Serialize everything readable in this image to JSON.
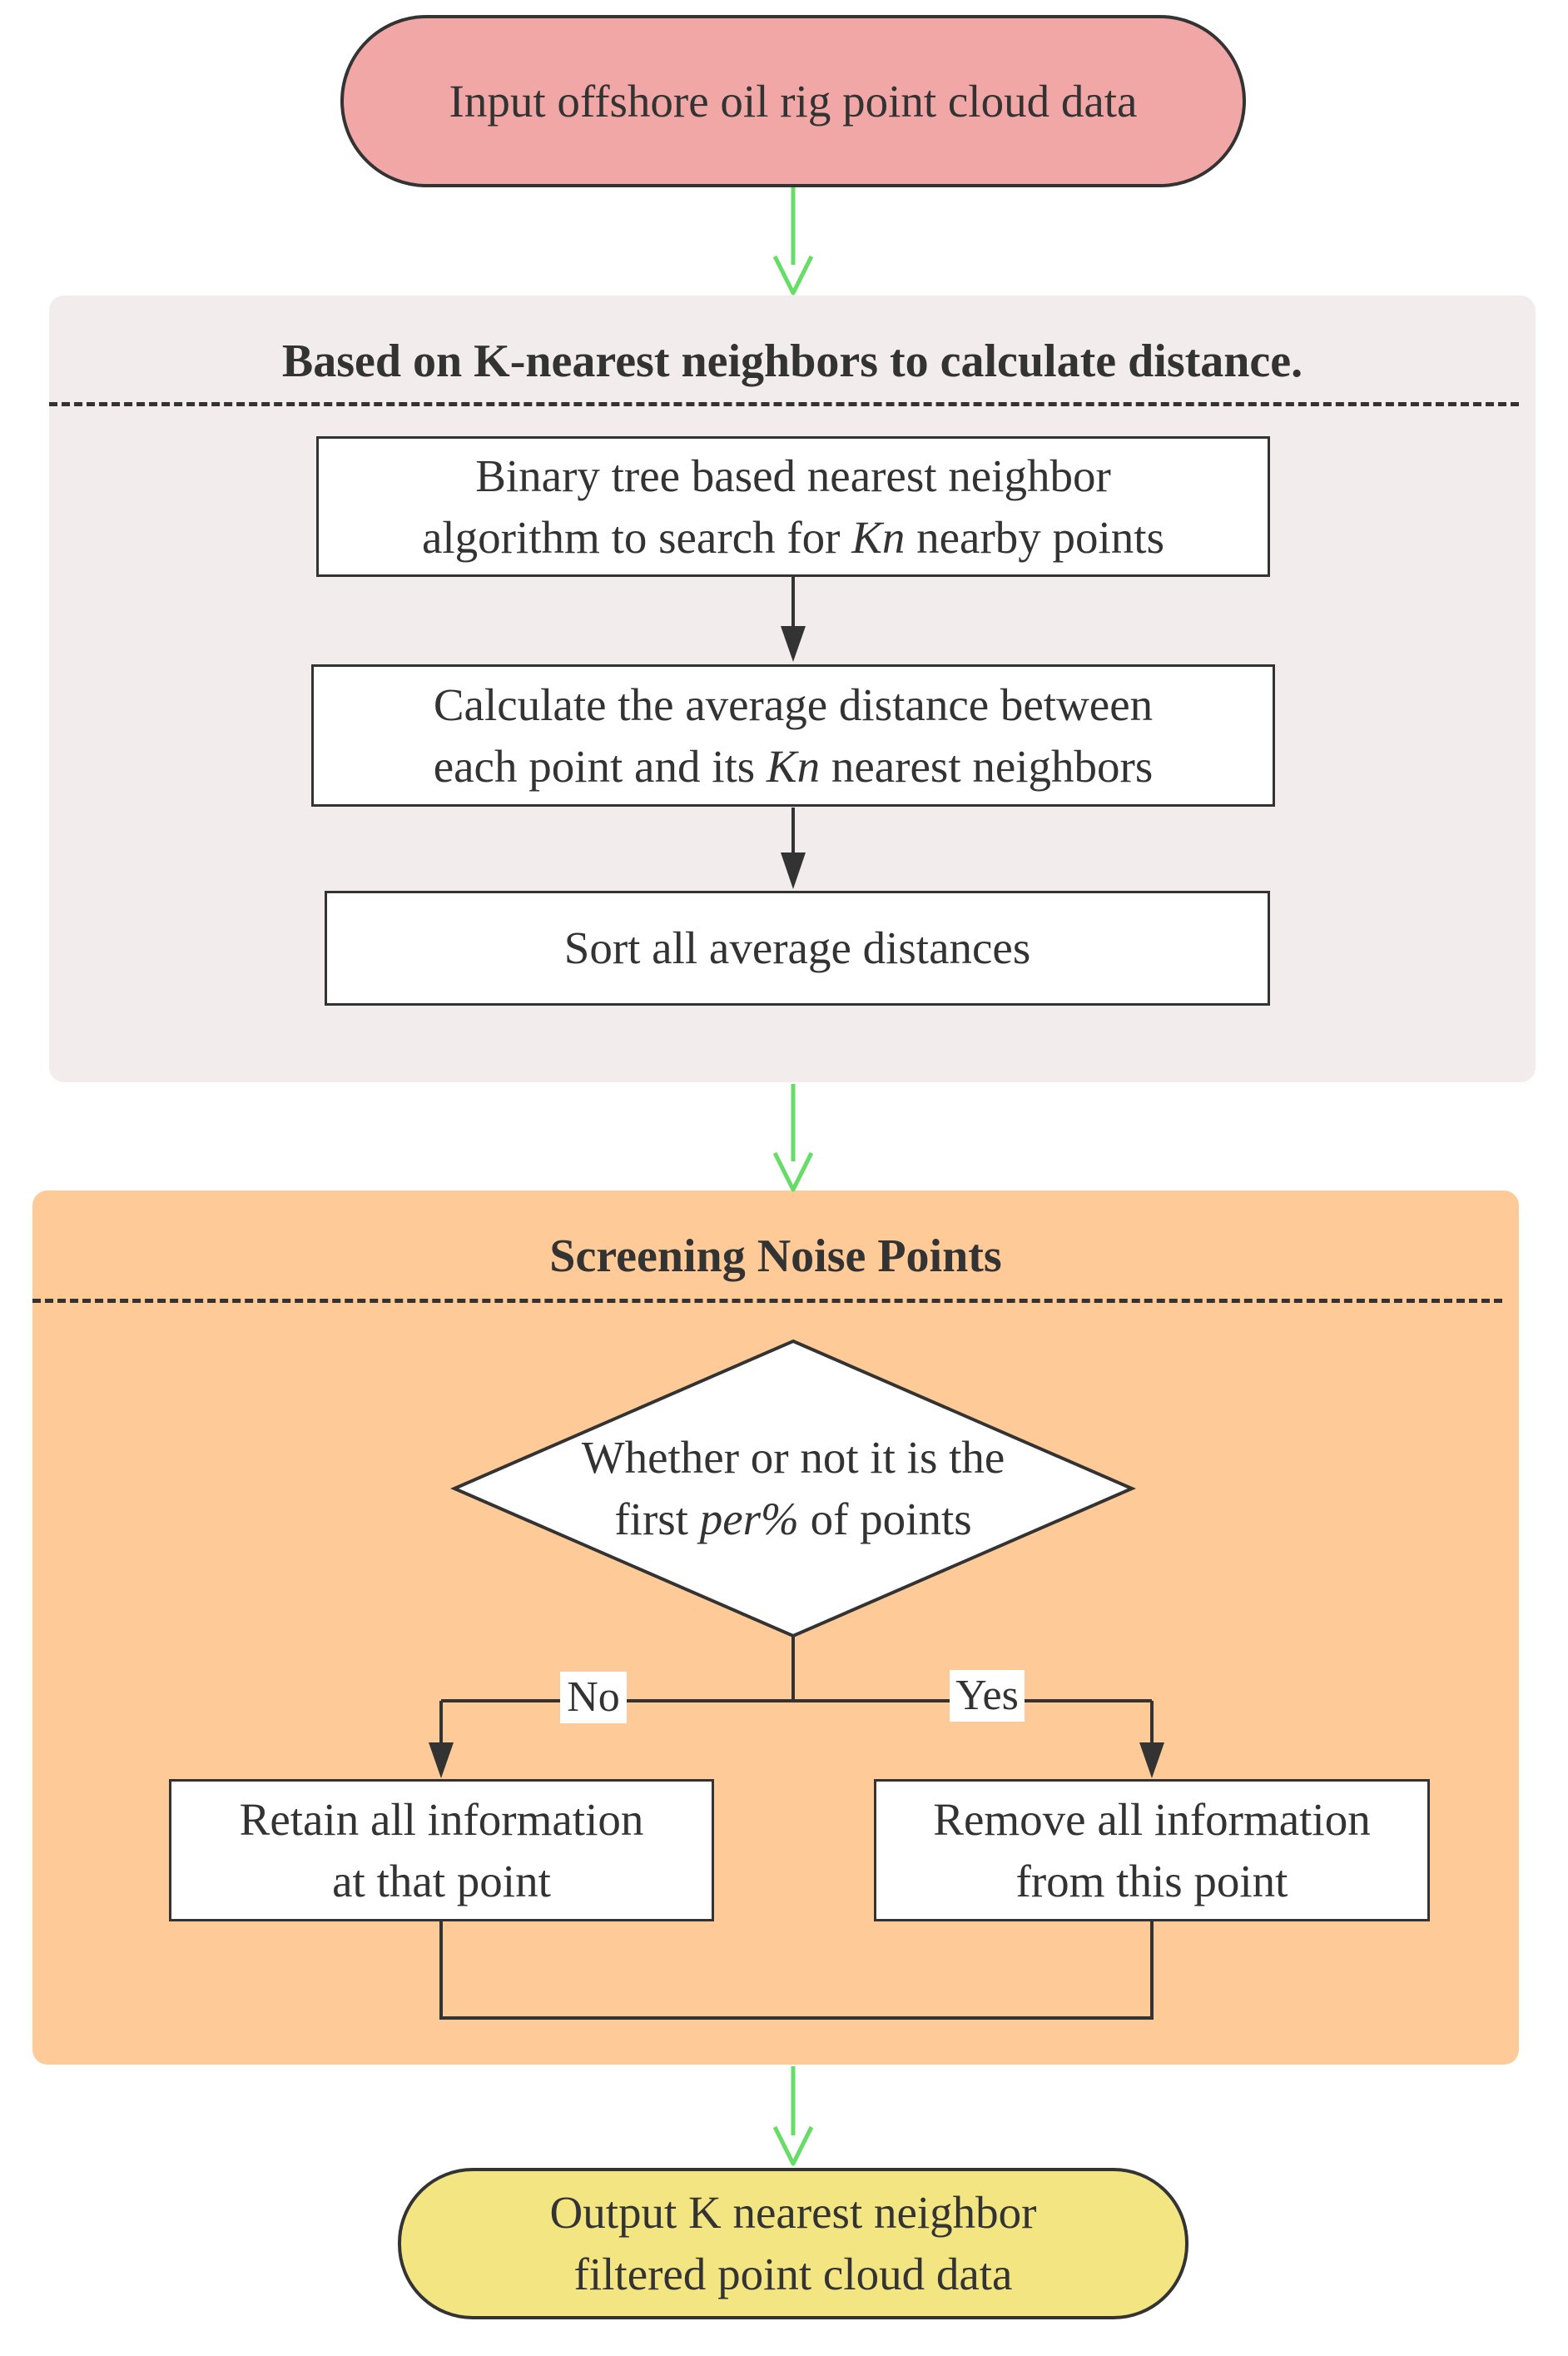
{
  "nodes": {
    "input": "Input offshore oil rig point cloud data",
    "search_line1": "Binary tree based nearest neighbor",
    "search_line2_pre": "algorithm to search for ",
    "search_line2_var": "Kn",
    "search_line2_post": " nearby points",
    "avg_line1": "Calculate the average distance between",
    "avg_line2_pre": "each point and its ",
    "avg_line2_var": "Kn",
    "avg_line2_post": " nearest neighbors",
    "sort": "Sort all average distances",
    "decision_line1": "Whether or not it is the",
    "decision_line2_pre": "first ",
    "decision_line2_var": "per%",
    "decision_line2_post": " of points",
    "retain": "Retain all information\nat that point",
    "remove": "Remove all information\nfrom this point",
    "output": "Output K nearest neighbor\nfiltered point cloud data"
  },
  "groups": {
    "knn_title": "Based on K-nearest neighbors to calculate distance.",
    "screen_title": "Screening Noise Points"
  },
  "edge_labels": {
    "no": "No",
    "yes": "Yes"
  },
  "colors": {
    "start_fill": "#f2a7a7",
    "end_fill": "#f2e582",
    "group_knn_fill": "#f2ecec",
    "group_screen_fill": "#fecb98",
    "flow_arrow": "#66dd66",
    "line": "#333333"
  }
}
